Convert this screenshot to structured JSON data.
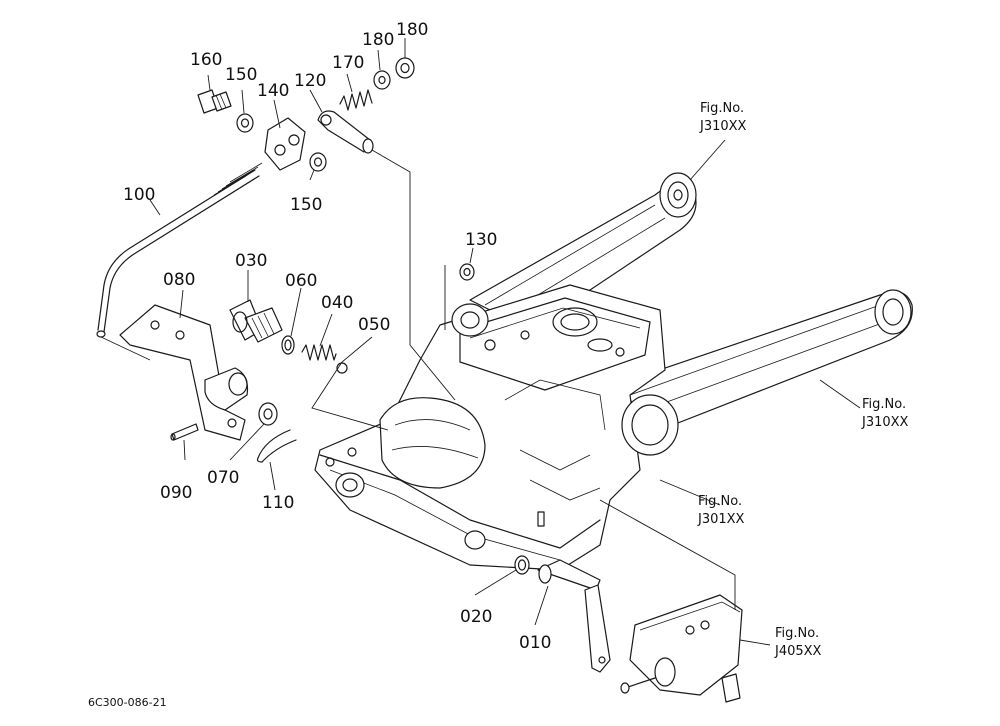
{
  "drawing_code": "6C300-086-21",
  "parts": [
    {
      "key": "160",
      "label": "160"
    },
    {
      "key": "150a",
      "label": "150"
    },
    {
      "key": "140",
      "label": "140"
    },
    {
      "key": "120",
      "label": "120"
    },
    {
      "key": "170",
      "label": "170"
    },
    {
      "key": "180a",
      "label": "180"
    },
    {
      "key": "180b",
      "label": "180"
    },
    {
      "key": "150b",
      "label": "150"
    },
    {
      "key": "100",
      "label": "100"
    },
    {
      "key": "130",
      "label": "130"
    },
    {
      "key": "080",
      "label": "080"
    },
    {
      "key": "030",
      "label": "030"
    },
    {
      "key": "060",
      "label": "060"
    },
    {
      "key": "040",
      "label": "040"
    },
    {
      "key": "050",
      "label": "050"
    },
    {
      "key": "090",
      "label": "090"
    },
    {
      "key": "070",
      "label": "070"
    },
    {
      "key": "110",
      "label": "110"
    },
    {
      "key": "020",
      "label": "020"
    },
    {
      "key": "010",
      "label": "010"
    }
  ],
  "references": [
    {
      "key": "ref1",
      "line1": "Fig.No.",
      "line2": "J310XX"
    },
    {
      "key": "ref2",
      "line1": "Fig.No.",
      "line2": "J310XX"
    },
    {
      "key": "ref3",
      "line1": "Fig.No.",
      "line2": "J301XX"
    },
    {
      "key": "ref4",
      "line1": "Fig.No.",
      "line2": "J405XX"
    }
  ]
}
